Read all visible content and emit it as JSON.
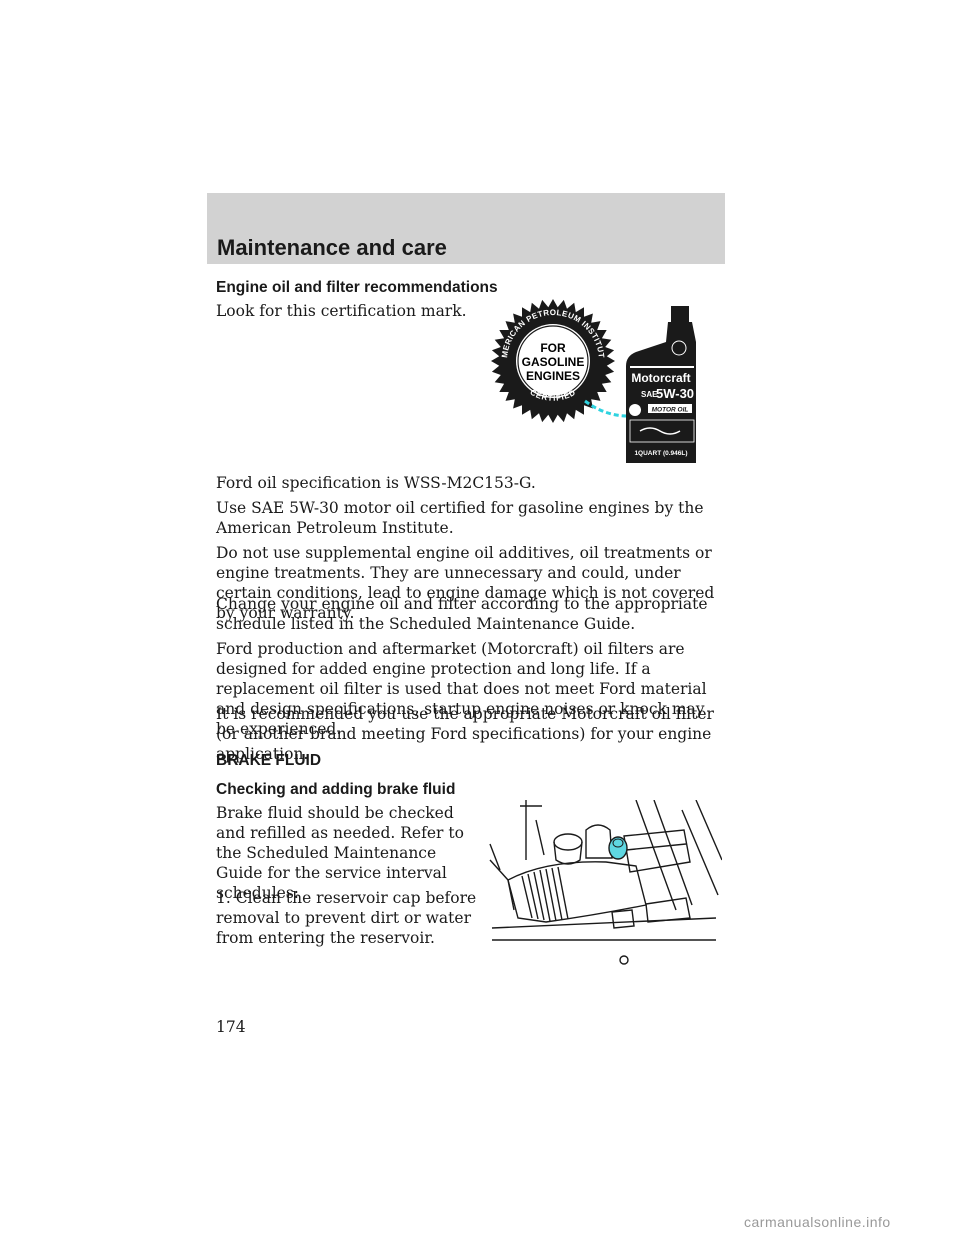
{
  "header": {
    "section_title": "Maintenance and care"
  },
  "oil": {
    "heading": "Engine oil and filter recommendations",
    "look_for": "Look for this certification mark.",
    "spec": "Ford oil specification is WSS-M2C153-G.",
    "use_sae": "Use SAE 5W-30 motor oil certified for gasoline engines by the American Petroleum Institute.",
    "no_additives": "Do not use supplemental engine oil additives, oil treatments or engine treatments. They are unnecessary and could, under certain conditions, lead to engine damage which is not covered by your warranty.",
    "change": "Change your engine oil and filter according to the appropriate schedule listed in the Scheduled Maintenance Guide.",
    "filters": "Ford production and aftermarket (Motorcraft) oil filters are designed for added engine protection and long life. If a replacement oil filter is used that does not meet Ford material and design specifications, startup engine noises or knock may be experienced.",
    "recommend": "It is recommended you use the appropriate Motorcraft oil filter (or another brand meeting Ford specifications) for your engine application."
  },
  "api_seal": {
    "line1": "FOR",
    "line2": "GASOLINE",
    "line3": "ENGINES",
    "ring_top": "AMERICAN PETROLEUM INSTITUTE",
    "ring_bottom": "CERTIFIED"
  },
  "bottle": {
    "brand": "Motorcraft",
    "sae": "SAE",
    "grade": "5W-30",
    "type": "MOTOR OIL",
    "volume": "1QUART (0.946L)"
  },
  "brake": {
    "heading": "BRAKE FLUID",
    "subheading": "Checking and adding brake fluid",
    "intro": "Brake fluid should be checked and refilled as needed. Refer to the Scheduled Maintenance Guide for the service interval schedules:",
    "step1": "1. Clean the reservoir cap before removal to prevent dirt or water from entering the reservoir."
  },
  "footer": {
    "page_number": "174",
    "site": "carmanualsonline.info"
  }
}
